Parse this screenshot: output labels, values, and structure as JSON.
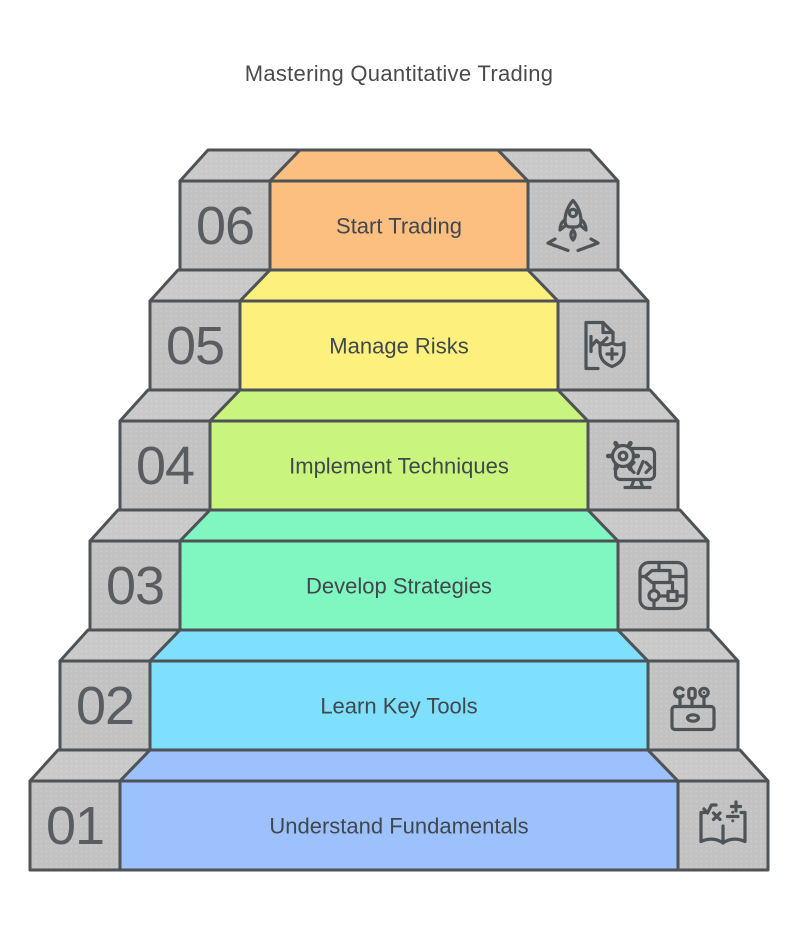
{
  "title": "Mastering Quantitative Trading",
  "colors": {
    "border": "#4e5357",
    "block_gray_front": "#c2c2c2",
    "block_gray_top": "#c9c9c9",
    "title_text": "#4b4b4b",
    "label_text": "#41474d",
    "number_text": "#595d61"
  },
  "steps": [
    {
      "number": "06",
      "label": "Start Trading",
      "color": "#fcbf80",
      "icon": "rocket-launch-icon"
    },
    {
      "number": "05",
      "label": "Manage Risks",
      "color": "#fdf07d",
      "icon": "risk-shield-chart-icon"
    },
    {
      "number": "04",
      "label": "Implement Techniques",
      "color": "#c9f57e",
      "icon": "gear-code-monitor-icon"
    },
    {
      "number": "03",
      "label": "Develop Strategies",
      "color": "#80f6c0",
      "icon": "flowchart-icon"
    },
    {
      "number": "02",
      "label": "Learn Key Tools",
      "color": "#7ee0fc",
      "icon": "toolbox-icon"
    },
    {
      "number": "01",
      "label": "Understand Fundamentals",
      "color": "#9cc1fc",
      "icon": "math-book-icon"
    }
  ]
}
